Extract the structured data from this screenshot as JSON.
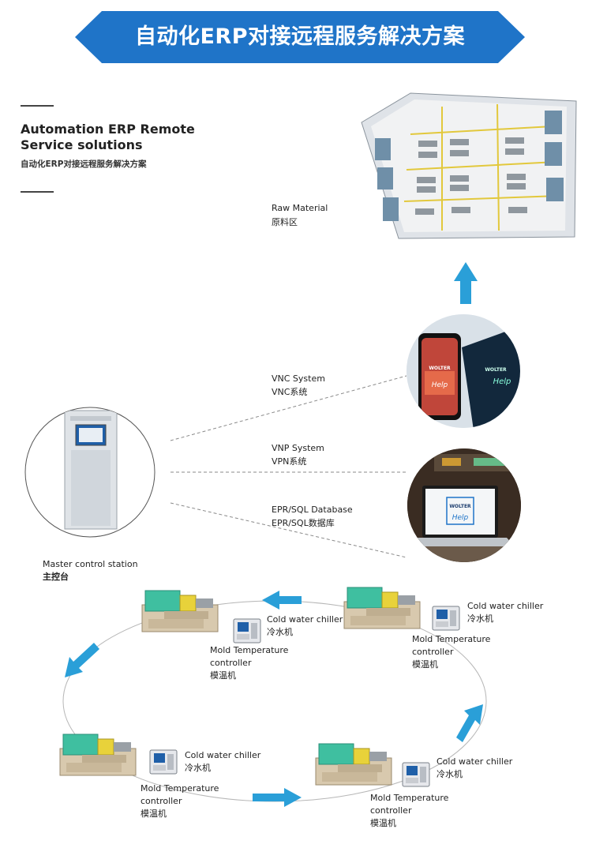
{
  "banner": {
    "title": "自动化ERP对接远程服务解决方案"
  },
  "heading": {
    "line1": "Automation ERP Remote",
    "line2": "Service solutions",
    "cn": "自动化ERP对接远程服务解决方案"
  },
  "raw_material": {
    "en": "Raw Material",
    "cn": "原料区"
  },
  "links": [
    {
      "en": "VNC System",
      "cn": "VNC系统"
    },
    {
      "en": "VNP System",
      "cn": "VPN系统"
    },
    {
      "en": "EPR/SQL Database",
      "cn": "EPR/SQL数据库"
    }
  ],
  "station": {
    "en": "Master control station",
    "cn": "主控台"
  },
  "device_labels": {
    "chiller_en": "Cold water chiller",
    "chiller_cn": "冷水机",
    "mold_en_1": "Mold Temperature",
    "mold_en_2": "controller",
    "mold_cn": "模温机"
  },
  "brand": {
    "name": "WOLTER",
    "help": "Help"
  },
  "colors": {
    "banner": "#1f74c8",
    "arrow": "#2a9fd8",
    "machine": "#3fbfa0",
    "machine_accent": "#e8d23a"
  }
}
